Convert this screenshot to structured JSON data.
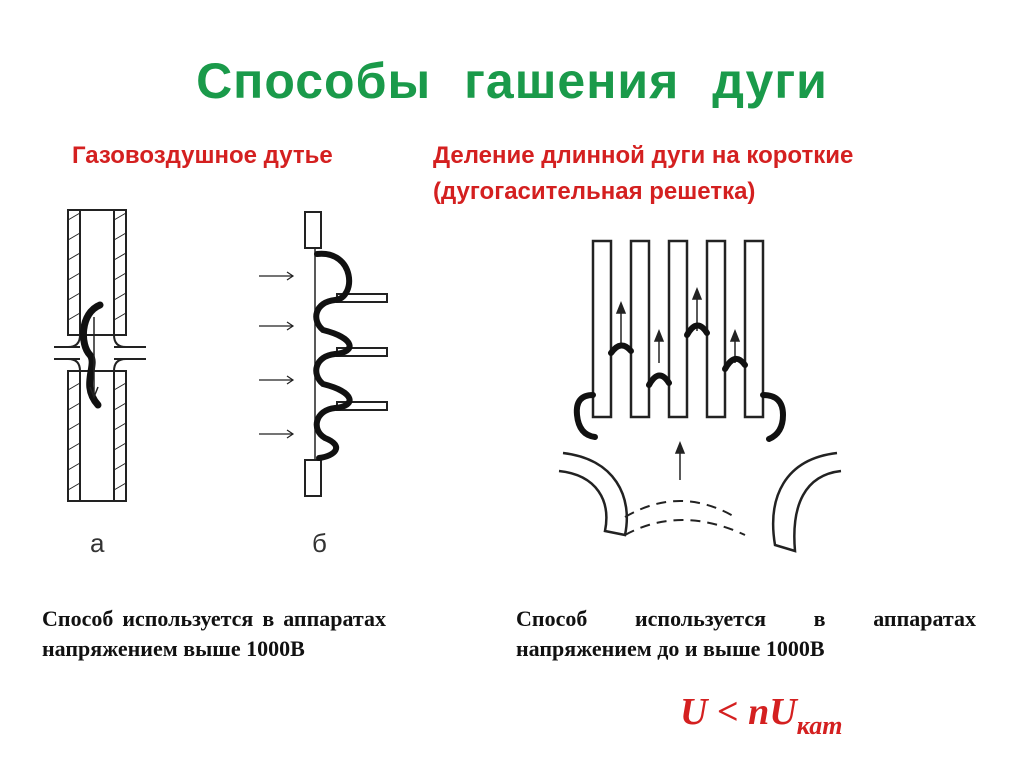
{
  "title": "Способы   гашения   дуги",
  "colors": {
    "title": "#1a9a4a",
    "subtitle": "#d42020",
    "formula": "#d42020",
    "text": "#111111"
  },
  "left_section": {
    "subtitle": "Газовоздушное дутье",
    "figure_labels": [
      "а",
      "б"
    ],
    "description": "Способ используется в аппаратах напряжением выше 1000В"
  },
  "right_section": {
    "subtitle_line1": "Деление длинной дуги на короткие",
    "subtitle_line2": "(дугогасительная решетка)",
    "description": "Способ используется в аппаратах напряжением до и выше 1000В",
    "formula": {
      "main": "U < nU",
      "subscript": "кат"
    }
  }
}
